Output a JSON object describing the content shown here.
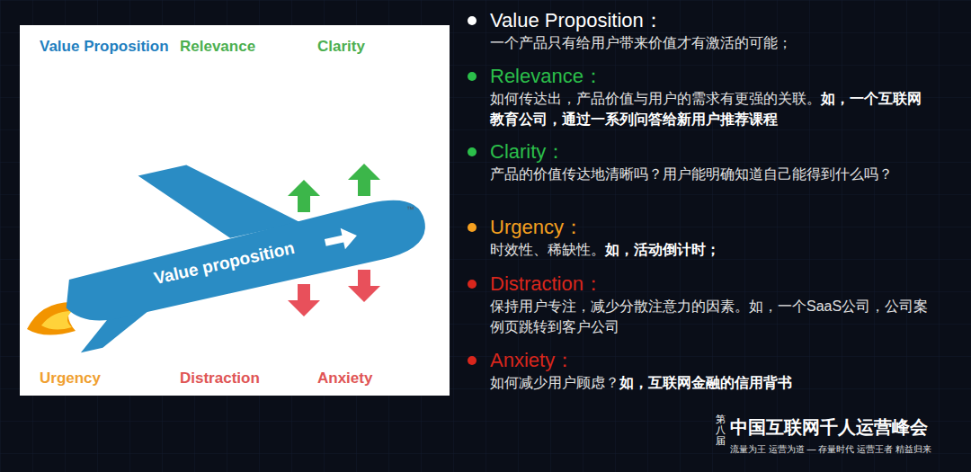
{
  "diagram": {
    "nodes": [
      {
        "text": [
          "Value Proposition",
          "Relevance",
          "Clarity",
          "Urgency",
          "Distraction",
          "Anxiety"
        ]
      },
      {
        "text": [
          "Value proposition"
        ],
        "in": 0
      }
    ],
    "labels": [
      "™",
      "Value Proposition：",
      "一个产品只有给用户带来价值才有激活的可能；",
      "Relevance：",
      "如何传达出，产品价值与用户的需求有更强的关联。",
      "如，一个互联网教育公司，通过一系列问答给新用户推荐课程",
      "Clarity：",
      "产品的价值传达地清晰吗？用户能明确知道自己能得到什么吗？",
      "Urgency：",
      "时效性、稀缺性。",
      "如，活动倒计时；",
      "Distraction：",
      "保持用户专注，减少分散注意力的因素。如，一个SaaS公司，公司案例页跳转到客户公司",
      "Anxiety：",
      "如何减少用户顾虑？",
      "如，互联网金融的信用背书",
      "第八届",
      "中国互联网千人运营峰会",
      "流量为王 运营为道 — 存量时代 运营王者 精益归来"
    ]
  }
}
